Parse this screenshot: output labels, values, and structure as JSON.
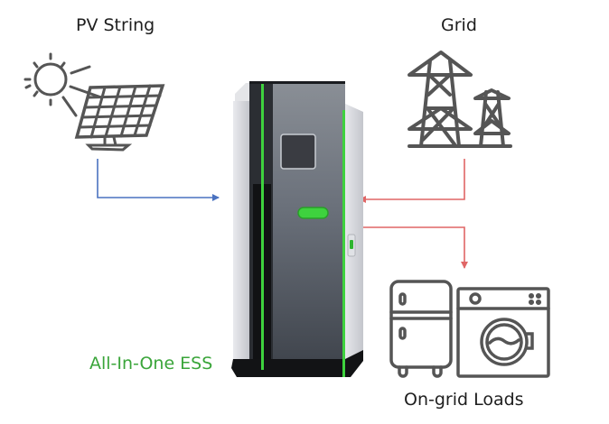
{
  "diagram": {
    "title": "All-In-One ESS connection diagram",
    "nodes": {
      "pv": {
        "label": "PV String",
        "icon": "solar-panel-icon"
      },
      "grid": {
        "label": "Grid",
        "icon": "power-tower-icon"
      },
      "ess": {
        "label": "All-In-One ESS",
        "icon": "battery-cabinet"
      },
      "loads": {
        "label": "On-grid Loads",
        "icon": "appliances-icon"
      }
    },
    "edges": [
      {
        "from": "PV String",
        "to": "All-In-One ESS",
        "color": "#4a72c0"
      },
      {
        "from": "Grid",
        "to": "All-In-One ESS",
        "color": "#e06666"
      },
      {
        "from": "All-In-One ESS",
        "to": "On-grid Loads",
        "color": "#e06666"
      }
    ],
    "colors": {
      "icon": "#555555",
      "ess_label": "#3aa53a",
      "accent_green": "#3ed23e",
      "pv_line": "#4a72c0",
      "grid_line": "#e06666"
    }
  }
}
